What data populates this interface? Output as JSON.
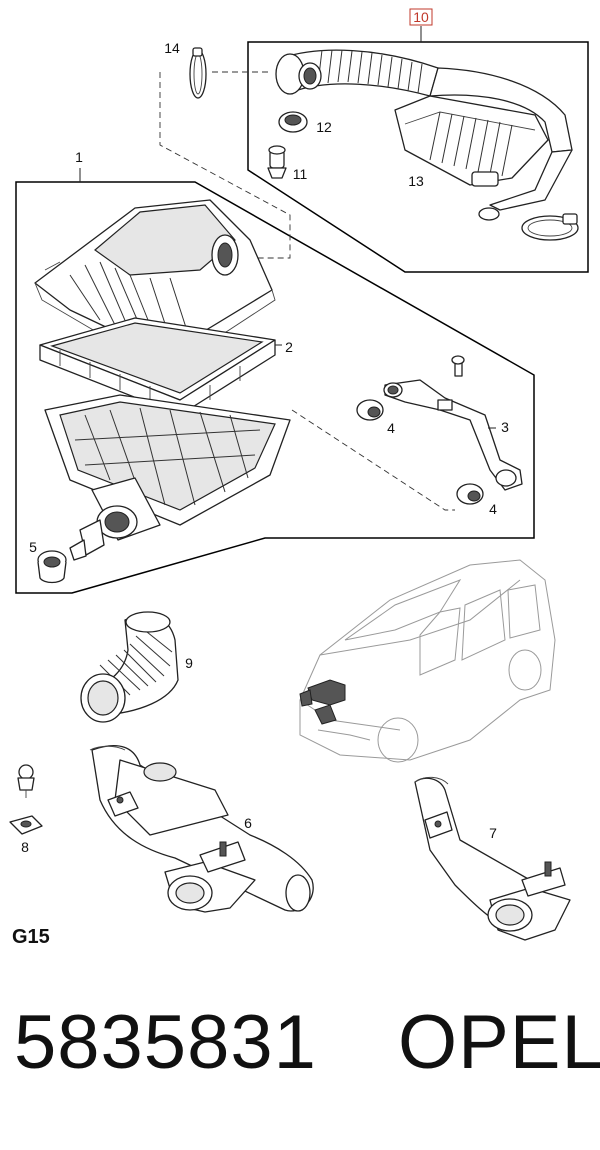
{
  "diagram": {
    "callouts": [
      {
        "id": "c10",
        "label": "10"
      },
      {
        "id": "c14",
        "label": "14"
      },
      {
        "id": "c12",
        "label": "12"
      },
      {
        "id": "c11",
        "label": "11"
      },
      {
        "id": "c13",
        "label": "13"
      },
      {
        "id": "c1",
        "label": "1"
      },
      {
        "id": "c2",
        "label": "2"
      },
      {
        "id": "c3",
        "label": "3"
      },
      {
        "id": "c4a",
        "label": "4"
      },
      {
        "id": "c4b",
        "label": "4"
      },
      {
        "id": "c5",
        "label": "5"
      },
      {
        "id": "c9",
        "label": "9"
      },
      {
        "id": "c6",
        "label": "6"
      },
      {
        "id": "c7",
        "label": "7"
      },
      {
        "id": "c8",
        "label": "8"
      }
    ],
    "group_code": "G15"
  },
  "footer": {
    "part_number": "5835831",
    "brand": "OPEL"
  }
}
